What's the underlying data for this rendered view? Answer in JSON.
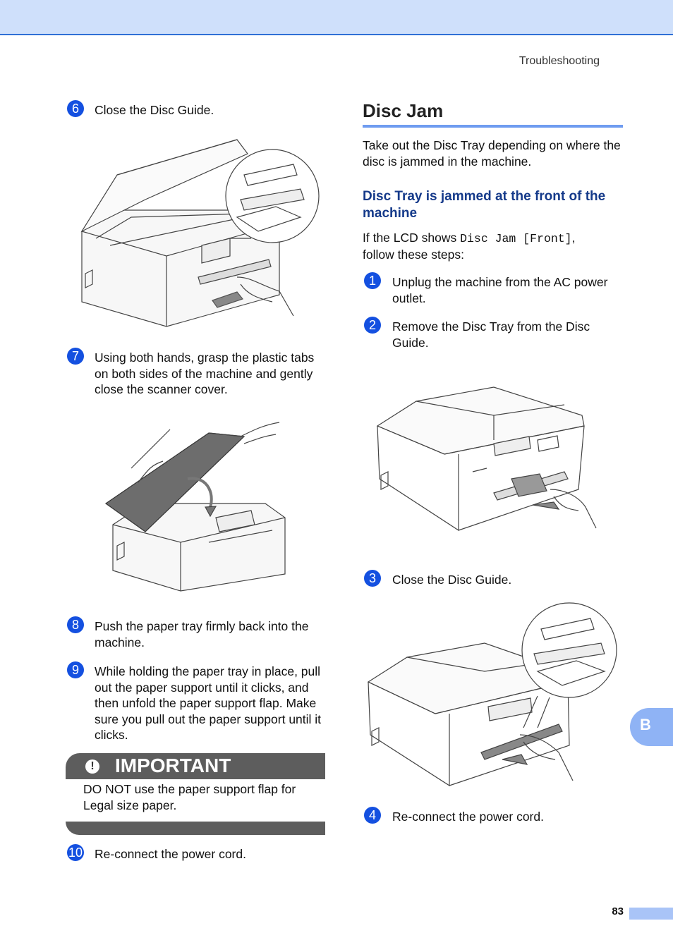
{
  "header": {
    "running_title": "Troubleshooting"
  },
  "side_tab": {
    "letter": "B"
  },
  "footer": {
    "page_number": "83"
  },
  "left_column": {
    "steps": [
      {
        "number": "6",
        "text": "Close the Disc Guide."
      },
      {
        "number": "7",
        "text": "Using both hands, grasp the plastic tabs on both sides of the machine and gently close the scanner cover."
      },
      {
        "number": "8",
        "text": "Push the paper tray firmly back into the machine."
      },
      {
        "number": "9",
        "text": "While holding the paper tray in place, pull out the paper support until it clicks, and then unfold the paper support flap. Make sure you pull out the paper support until it clicks."
      },
      {
        "number": "10",
        "text": "Re-connect the power cord."
      }
    ],
    "important": {
      "icon": "!",
      "title": "IMPORTANT",
      "text": "DO NOT use the paper support flap for Legal size paper."
    }
  },
  "right_column": {
    "heading": "Disc Jam",
    "intro": "Take out the Disc Tray depending on where the disc is jammed in the machine.",
    "subheading": "Disc Tray is jammed at the front of the machine",
    "lcd_prefix": "If the LCD shows ",
    "lcd_code": "Disc Jam [Front]",
    "lcd_suffix": ",",
    "lcd_line2": "follow these steps:",
    "steps": [
      {
        "number": "1",
        "text": "Unplug the machine from the AC power outlet."
      },
      {
        "number": "2",
        "text": "Remove the Disc Tray from the Disc Guide."
      },
      {
        "number": "3",
        "text": "Close the Disc Guide."
      },
      {
        "number": "4",
        "text": "Re-connect the power cord."
      }
    ]
  },
  "colors": {
    "accent": "#1450e0",
    "header_band": "#cfe0fb",
    "important_band": "#5d5d5d"
  }
}
